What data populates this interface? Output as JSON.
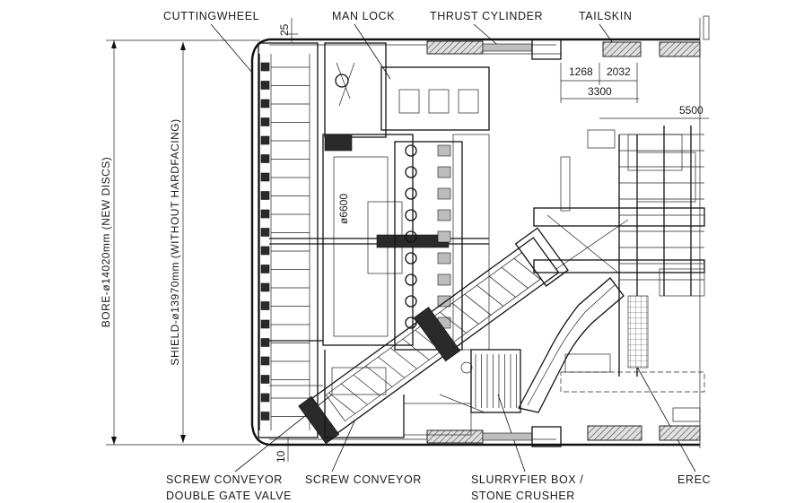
{
  "labels": {
    "cuttingwheel": "CUTTINGWHEEL",
    "man_lock": "MAN LOCK",
    "thrust_cylinder": "THRUST CYLINDER",
    "tailskin": "TAILSKIN",
    "screw_conveyor_gate_line1": "SCREW CONVEYOR",
    "screw_conveyor_gate_line2": "DOUBLE GATE VALVE",
    "screw_conveyor": "SCREW CONVEYOR",
    "slurryfier_line1": "SLURRYFIER BOX /",
    "slurryfier_line2": "STONE CRUSHER",
    "erector_cut": "EREC"
  },
  "dimensions": {
    "top_offset": "25",
    "bottom_offset": "10",
    "d1268": "1268",
    "d2032": "2032",
    "d3300": "3300",
    "d5500": "5500",
    "bore": "BORE-ø14020mm (NEW DISCS)",
    "shield": "SHIELD-ø13970mm (WITHOUT HARDFACING)",
    "inner_dia": "ø6600"
  },
  "colors": {
    "line": "#111111",
    "hatch_fill": "#bdbdbd",
    "background": "#ffffff"
  }
}
